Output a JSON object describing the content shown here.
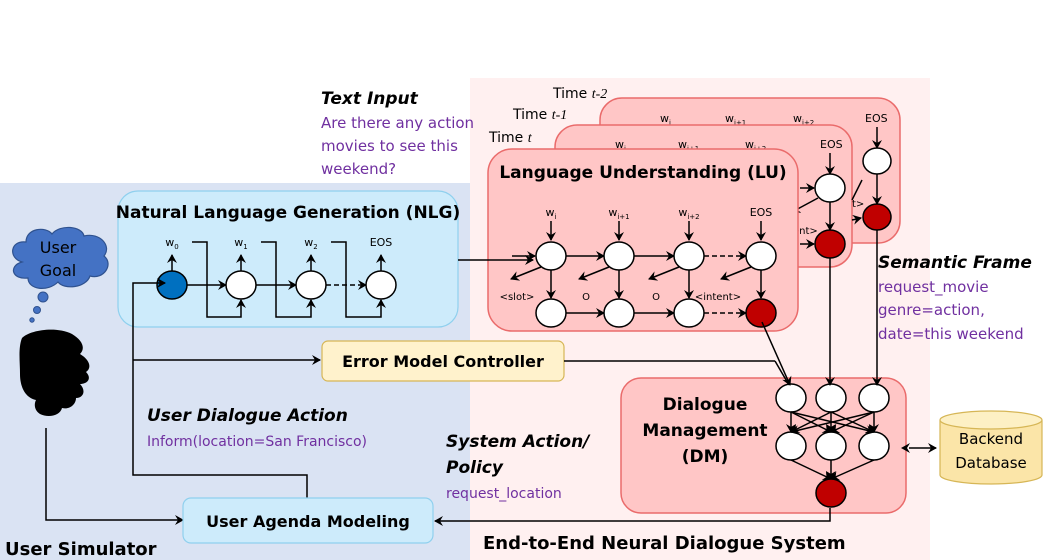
{
  "colors": {
    "user_simulator_bg": "#dae3f3",
    "system_bg": "#fff0f0",
    "nlg_box": "#cdebfb",
    "lu_box": "#ffc6c6",
    "error_box": "#fff2cc",
    "database": "#fbe5a8",
    "blue_node": "#0070c0",
    "red_node": "#c00000",
    "purple_text": "#7030a0"
  },
  "regions": {
    "user_simulator": "User Simulator",
    "system": "End-to-End Neural Dialogue System"
  },
  "user_goal": {
    "line1": "User",
    "line2": "Goal"
  },
  "nlg": {
    "title": "Natural Language Generation (NLG)",
    "outputs": [
      "w",
      "w",
      "w",
      "EOS"
    ],
    "output_subs": [
      "0",
      "1",
      "2",
      ""
    ]
  },
  "text_input": {
    "heading": "Text Input",
    "lines": [
      "Are there any action",
      "movies to see this",
      "weekend?"
    ]
  },
  "time_labels": {
    "t2": {
      "prefix": "Time ",
      "var": "t-2"
    },
    "t1": {
      "prefix": "Time ",
      "var": "t-1"
    },
    "t0": {
      "prefix": "Time ",
      "var": "t"
    }
  },
  "lu": {
    "title": "Language Understanding (LU)",
    "inputs": [
      "w",
      "w",
      "w",
      "EOS"
    ],
    "input_subs": [
      "i",
      "i+1",
      "i+2",
      ""
    ],
    "tags": [
      "<slot>",
      "O",
      "O",
      "<intent>"
    ],
    "back_inputs": [
      "w",
      "w",
      "w",
      "EOS"
    ],
    "back_subs": [
      "i",
      "i+1",
      "i+2",
      ""
    ],
    "back_tag": "ent>",
    "back2_tag": "t>"
  },
  "semantic_frame": {
    "heading": "Semantic Frame",
    "lines": [
      "request_movie",
      "genre=action,",
      "date=this weekend"
    ]
  },
  "error_model": {
    "label": "Error Model Controller"
  },
  "dm": {
    "line1": "Dialogue",
    "line2": "Management",
    "line3": "(DM)"
  },
  "database": {
    "line1": "Backend",
    "line2": "Database"
  },
  "user_dialogue_action": {
    "heading": "User Dialogue Action",
    "value": "Inform(location=San Francisco)"
  },
  "system_action": {
    "heading1": "System Action/",
    "heading2": "Policy",
    "value": "request_location"
  },
  "user_agenda": {
    "label": "User Agenda Modeling"
  }
}
